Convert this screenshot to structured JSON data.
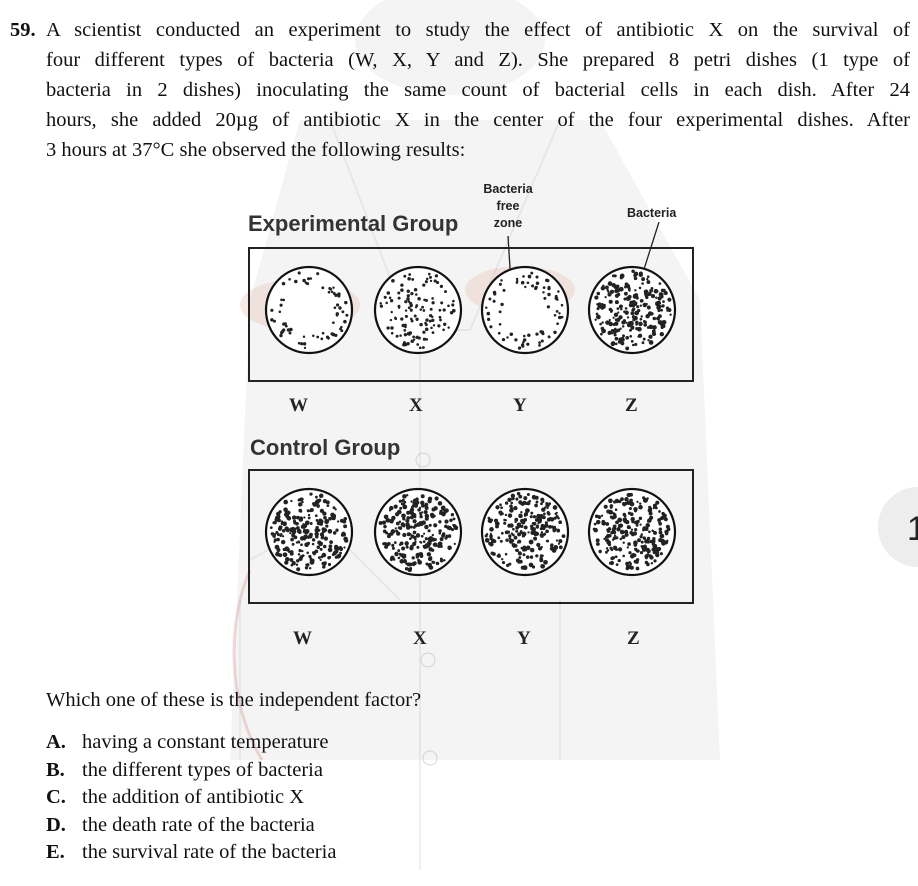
{
  "question": {
    "number": "59.",
    "lines": [
      "A scientist conducted an experiment to study the effect of antibiotic X on the survival of",
      "four different types of bacteria (W, X, Y and Z). She prepared 8 petri dishes (1 type of",
      "bacteria in 2 dishes) inoculating the same count of bacterial cells in each dish. After 24",
      "hours, she added 20µg of antibiotic X in the center of the four experimental dishes. After",
      "3 hours at 37°C she observed the following results:"
    ]
  },
  "figure": {
    "experimental_title": "Experimental Group",
    "control_title": "Control Group",
    "annotation_zone": [
      "Bacteria",
      "free",
      "zone"
    ],
    "annotation_bacteria": "Bacteria",
    "experimental_labels": [
      "W",
      "X",
      "Y",
      "Z"
    ],
    "control_labels": [
      "W",
      "X",
      "Y",
      "Z"
    ]
  },
  "prompt": "Which one of these is the independent factor?",
  "options": [
    {
      "letter": "A.",
      "text": "having a constant temperature"
    },
    {
      "letter": "B.",
      "text": "the different types of bacteria"
    },
    {
      "letter": "C.",
      "text": "the addition of antibiotic X"
    },
    {
      "letter": "D.",
      "text": "the death rate of the bacteria"
    },
    {
      "letter": "E.",
      "text": "the survival rate of the bacteria"
    }
  ]
}
